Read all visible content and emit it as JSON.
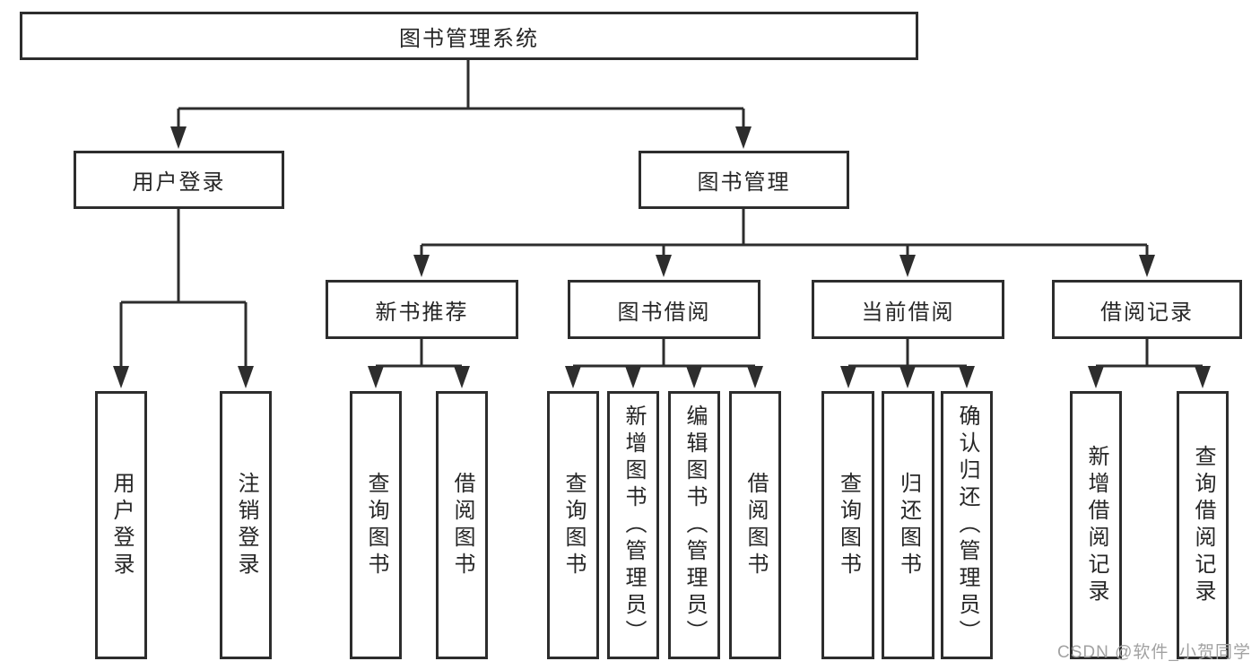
{
  "watermark": "CSDN @软件_小贺同学",
  "colors": {
    "line": "#2d2d2d",
    "box_border": "#2d2d2d",
    "box_background": "#ffffff",
    "text": "#262626",
    "watermark": "#a2a2a2"
  },
  "tree": {
    "label": "图书管理系统",
    "children": [
      {
        "label": "用户登录",
        "children": [
          {
            "label": "用户登录"
          },
          {
            "label": "注销登录"
          }
        ]
      },
      {
        "label": "图书管理",
        "children": [
          {
            "label": "新书推荐",
            "children": [
              {
                "label": "查询图书"
              },
              {
                "label": "借阅图书"
              }
            ]
          },
          {
            "label": "图书借阅",
            "children": [
              {
                "label": "查询图书"
              },
              {
                "label": "新增图书（管理员）"
              },
              {
                "label": "编辑图书（管理员）"
              },
              {
                "label": "借阅图书"
              }
            ]
          },
          {
            "label": "当前借阅",
            "children": [
              {
                "label": "查询图书"
              },
              {
                "label": "归还图书"
              },
              {
                "label": "确认归还（管理员）"
              }
            ]
          },
          {
            "label": "借阅记录",
            "children": [
              {
                "label": "新增借阅记录"
              },
              {
                "label": "查询借阅记录"
              }
            ]
          }
        ]
      }
    ]
  }
}
